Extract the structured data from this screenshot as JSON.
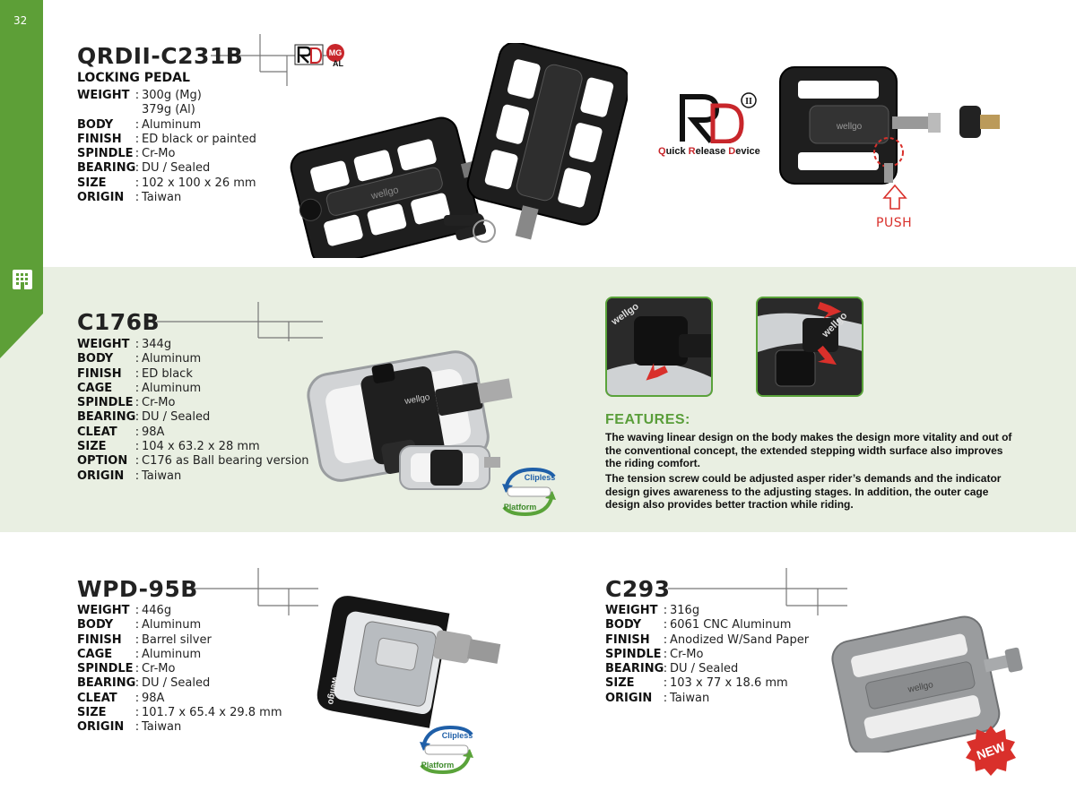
{
  "page": {
    "number": "32"
  },
  "products": [
    {
      "model": "QRDII-C231B",
      "subtitle": "LOCKING PEDAL",
      "specs": [
        {
          "k": "WEIGHT",
          "v": "300g (Mg)"
        },
        {
          "k": "",
          "v": "379g (Al)"
        },
        {
          "k": "BODY",
          "v": "Aluminum"
        },
        {
          "k": "FINISH",
          "v": "ED black or painted"
        },
        {
          "k": "SPINDLE",
          "v": "Cr-Mo"
        },
        {
          "k": "BEARING",
          "v": "DU / Sealed"
        },
        {
          "k": "SIZE",
          "v": "102 x 100 x 26 mm"
        },
        {
          "k": "ORIGIN",
          "v": "Taiwan"
        }
      ]
    },
    {
      "model": "C176B",
      "specs": [
        {
          "k": "WEIGHT",
          "v": "344g"
        },
        {
          "k": "BODY",
          "v": "Aluminum"
        },
        {
          "k": "FINISH",
          "v": "ED black"
        },
        {
          "k": "CAGE",
          "v": "Aluminum"
        },
        {
          "k": "SPINDLE",
          "v": "Cr-Mo"
        },
        {
          "k": "BEARING",
          "v": "DU / Sealed"
        },
        {
          "k": "CLEAT",
          "v": "98A"
        },
        {
          "k": "SIZE",
          "v": "104 x 63.2 x 28 mm"
        },
        {
          "k": "OPTION",
          "v": "C176 as Ball bearing version"
        },
        {
          "k": "ORIGIN",
          "v": "Taiwan"
        }
      ]
    },
    {
      "model": "WPD-95B",
      "specs": [
        {
          "k": "WEIGHT",
          "v": "446g"
        },
        {
          "k": "BODY",
          "v": "Aluminum"
        },
        {
          "k": "FINISH",
          "v": "Barrel silver"
        },
        {
          "k": "CAGE",
          "v": "Aluminum"
        },
        {
          "k": "SPINDLE",
          "v": "Cr-Mo"
        },
        {
          "k": "BEARING",
          "v": "DU / Sealed"
        },
        {
          "k": "CLEAT",
          "v": "98A"
        },
        {
          "k": "SIZE",
          "v": "101.7 x 65.4 x 29.8 mm"
        },
        {
          "k": "ORIGIN",
          "v": "Taiwan"
        }
      ]
    },
    {
      "model": "C293",
      "specs": [
        {
          "k": "WEIGHT",
          "v": "316g"
        },
        {
          "k": "BODY",
          "v": "6061 CNC Aluminum"
        },
        {
          "k": "FINISH",
          "v": "Anodized W/Sand Paper"
        },
        {
          "k": "SPINDLE",
          "v": "Cr-Mo"
        },
        {
          "k": "BEARING",
          "v": "DU / Sealed"
        },
        {
          "k": "SIZE",
          "v": "103 x 77 x 18.6 mm"
        },
        {
          "k": "ORIGIN",
          "v": "Taiwan"
        }
      ]
    }
  ],
  "qrd": {
    "logo_q": "Q",
    "logo_uick": "uick ",
    "logo_r": "R",
    "logo_elease": "elease ",
    "logo_d": "D",
    "logo_evice": "evice",
    "push": "PUSH"
  },
  "features": {
    "title": "FEATURES:",
    "paragraphs": [
      "The waving linear design on the body makes the design more vitality and out of the conventional concept, the extended stepping width surface also improves the riding comfort.",
      "The tension screw could be adjusted asper rider’s demands and the indicator design gives awareness to the adjusting stages. In addition, the outer cage design also provides better traction while riding."
    ]
  },
  "badges": {
    "clipless": "Clipless",
    "platform": "Platform",
    "new": "NEW",
    "mg": "MG",
    "al": "AL"
  },
  "brand": "wellgo",
  "colors": {
    "green": "#5d9f37",
    "push_red": "#d9302b",
    "band": "#e9efe2"
  }
}
